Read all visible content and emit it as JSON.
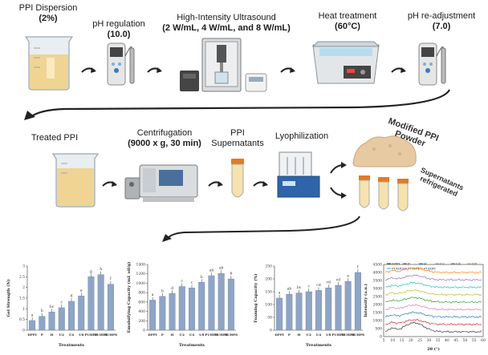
{
  "steps_row1": [
    {
      "line1": "PPI Dispersion",
      "line2": "(2%)"
    },
    {
      "line1": "pH regulation ",
      "bold": "(10.0)"
    },
    {
      "line1": "High-Intensity Ultrasound",
      "line2": "(2 W/mL, 4 W/mL, and 8 W/mL)"
    },
    {
      "line1": "Heat treatment",
      "line2": "(60°C)"
    },
    {
      "line1": "pH re-adjustment",
      "line2": "(7.0)"
    }
  ],
  "steps_row2": [
    {
      "line1": "Treated PPI"
    },
    {
      "line1": "Centrifugation",
      "line2": "(9000 x g, 30 min)"
    },
    {
      "line1": "PPI",
      "line2": "Supernatants"
    },
    {
      "line1": "Lyophilization"
    }
  ],
  "products": {
    "powder_label": "Modified PPI Powder",
    "supernatant_label": "Supernatants refrigerated"
  },
  "icons": [
    "beaker-icon",
    "ph-meter-icon",
    "ultrasound-icon",
    "water-bath-icon",
    "centrifuge-icon",
    "tube-icon",
    "freeze-dryer-icon",
    "powder-icon",
    "arrow-icon"
  ],
  "colors": {
    "bar": "#8fa5c6",
    "arrow": "#222222",
    "liquid": "#f0d08a"
  },
  "chart_data": [
    {
      "type": "bar",
      "ylabel": "Gel Strength (N)",
      "xlabel": "Treatments",
      "categories": [
        "DPPI",
        "P",
        "H",
        "U2",
        "U4",
        "U8",
        "PUHP2",
        "PUHP4",
        "PUHP8"
      ],
      "values": [
        0.45,
        0.65,
        0.85,
        1.05,
        1.35,
        1.6,
        2.5,
        2.6,
        2.15
      ],
      "letters": [
        "a",
        "b",
        "bc",
        "c",
        "d",
        "e",
        "g",
        "h",
        "f"
      ],
      "ylim": [
        0,
        3
      ],
      "yticks": [
        "0",
        "0.5",
        "1",
        "1.5",
        "2",
        "2.5",
        "3"
      ]
    },
    {
      "type": "bar",
      "ylabel": "Emulsifying Capacity (mL oil/g)",
      "xlabel": "Treatments",
      "categories": [
        "DPPI",
        "P",
        "H",
        "U2",
        "U4",
        "U8",
        "PUHP2",
        "PUHP4",
        "PUHP8"
      ],
      "values": [
        640,
        720,
        780,
        930,
        900,
        1020,
        1160,
        1210,
        1090
      ],
      "letters": [
        "a",
        "b",
        "d",
        "c",
        "c",
        "b",
        "ab",
        "ab",
        "b"
      ],
      "ylim": [
        0,
        1400
      ],
      "yticks": [
        "0",
        "200",
        "400",
        "600",
        "800",
        "1000",
        "1200",
        "1400"
      ]
    },
    {
      "type": "bar",
      "ylabel": "Foaming Capacity (%)",
      "xlabel": "Treatments",
      "categories": [
        "DPPI",
        "P",
        "H",
        "U2",
        "U4",
        "U8",
        "PUHP2",
        "PUHP4",
        "PUHP8"
      ],
      "values": [
        125,
        140,
        145,
        150,
        155,
        165,
        175,
        190,
        225
      ],
      "letters": [
        "a",
        "ab",
        "bc",
        "c",
        "cd",
        "cd",
        "cd",
        "e",
        "f"
      ],
      "ylim": [
        0,
        250
      ],
      "yticks": [
        "0",
        "50",
        "100",
        "150",
        "200",
        "250"
      ]
    },
    {
      "type": "line",
      "ylabel": "Intensity (a.u.)",
      "xlabel": "2θ (°)",
      "series": [
        {
          "name": "DPPI",
          "color": "#333333"
        },
        {
          "name": "P",
          "color": "#d62728"
        },
        {
          "name": "H",
          "color": "#1f77b4"
        },
        {
          "name": "U2",
          "color": "#e377c2"
        },
        {
          "name": "U4",
          "color": "#2ca02c"
        },
        {
          "name": "U8",
          "color": "#bcbd22"
        },
        {
          "name": "PUHP2",
          "color": "#17becf"
        },
        {
          "name": "PUHP4",
          "color": "#9467bd"
        },
        {
          "name": "PUHP8",
          "color": "#ff7f0e"
        }
      ],
      "ylim": [
        0,
        4500
      ],
      "yticks": [
        "0",
        "500",
        "1000",
        "1500",
        "2000",
        "2500",
        "3000",
        "3500",
        "4000",
        "4500"
      ],
      "xticks": [
        "5",
        "10",
        "15",
        "20",
        "25",
        "30",
        "35",
        "40",
        "45",
        "50",
        "55",
        "60"
      ],
      "legend": "top"
    }
  ]
}
